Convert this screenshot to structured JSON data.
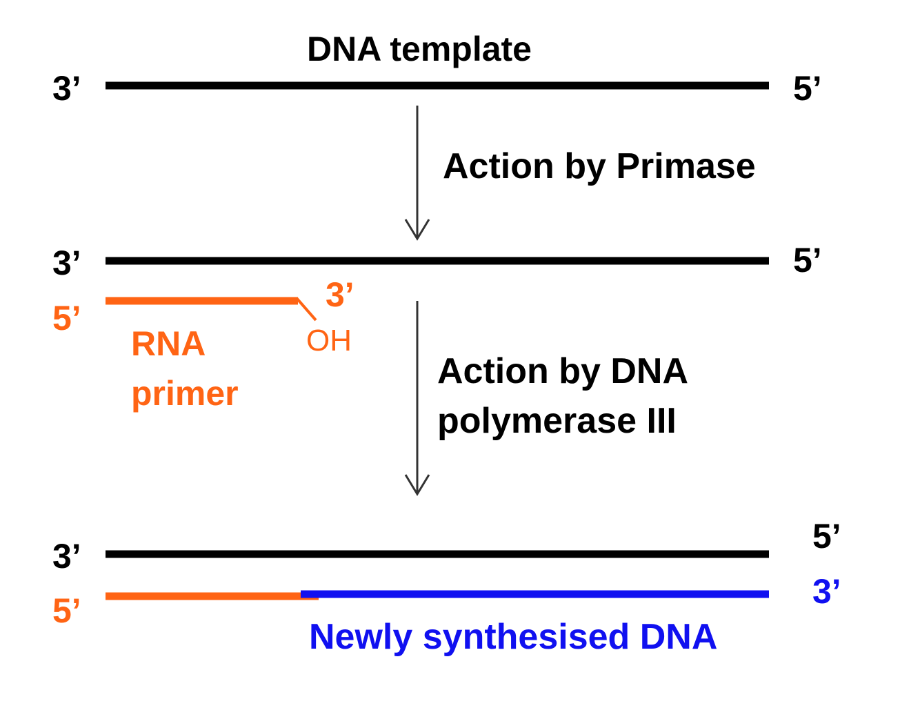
{
  "colors": {
    "template": "#000000",
    "primer": "#ff6414",
    "new_dna": "#1010f0",
    "arrow": "#333333"
  },
  "stage1": {
    "title": "DNA template",
    "template_left_end": "3’",
    "template_right_end": "5’"
  },
  "step1": {
    "label": "Action by Primase"
  },
  "stage2": {
    "template_left_end": "3’",
    "template_right_end": "5’",
    "primer_left_end": "5’",
    "primer_right_end": "3’",
    "primer_hydroxyl": "OH",
    "primer_label_line1": "RNA",
    "primer_label_line2": "primer"
  },
  "step2": {
    "label_line1": "Action by DNA",
    "label_line2": "polymerase III"
  },
  "stage3": {
    "template_left_end": "3’",
    "template_right_end": "5’",
    "primer_left_end": "5’",
    "new_strand_right_end": "3’",
    "new_strand_label": "Newly synthesised DNA"
  }
}
